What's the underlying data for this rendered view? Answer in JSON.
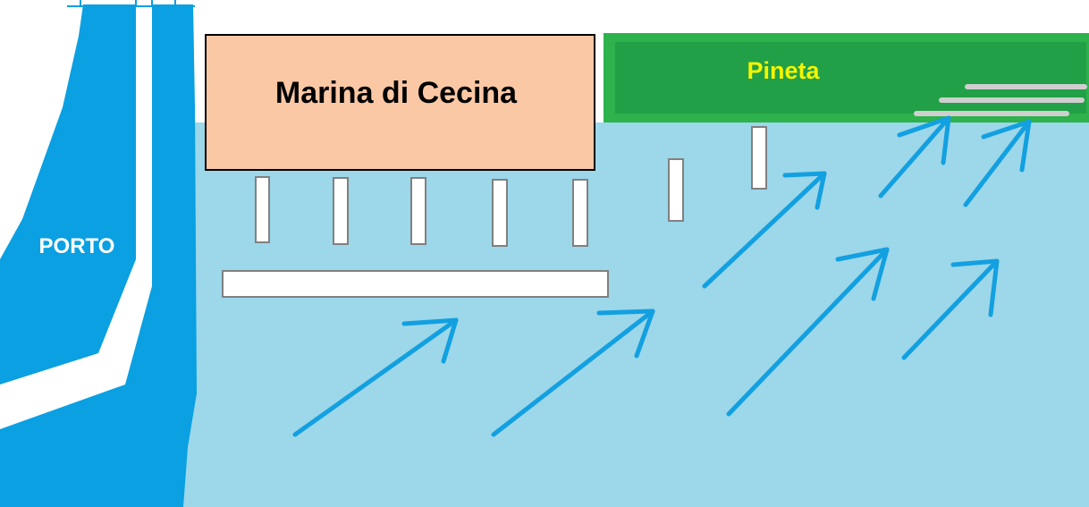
{
  "labels": {
    "porto": "PORTO",
    "town": "Marina di Cecina",
    "forest": "Pineta"
  },
  "colors": {
    "deep_water": "#0aa0e2",
    "sea": "#9cd7ea",
    "town_fill": "#fbc8a6",
    "forest_outer": "#2db24c",
    "forest_inner": "#21a047",
    "forest_text": "#f5f500",
    "arrow": "#12a0e0",
    "groyne_border": "#808080",
    "sand_streak": "#cfcfcf"
  },
  "icons": {
    "current_arrows": "arrow-northeast-icon"
  }
}
